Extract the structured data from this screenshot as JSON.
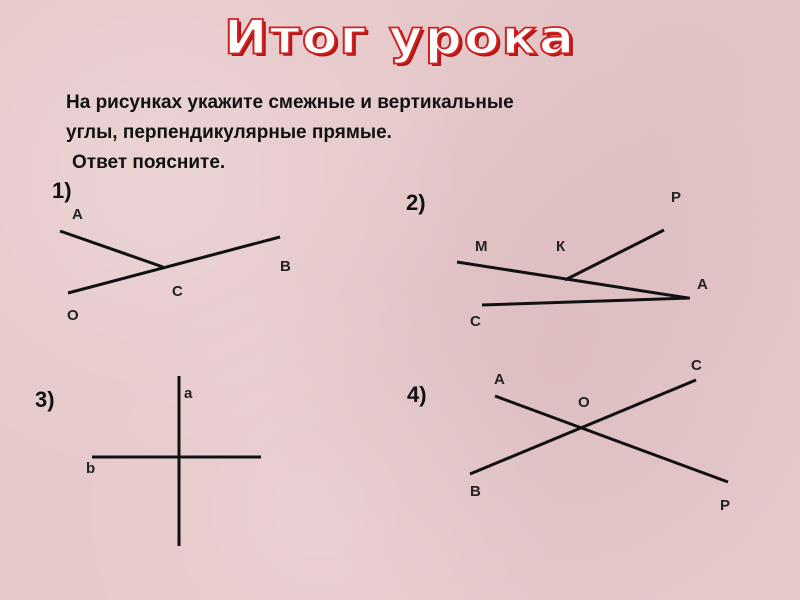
{
  "title": "Итог урока",
  "task": {
    "line1": "На рисунках укажите смежные и  вертикальные",
    "line2": "углы, перпендикулярные прямые.",
    "line3": "Ответ поясните."
  },
  "figures": [
    {
      "number": "1)",
      "labels": {
        "A": "А",
        "O": "О",
        "C": "С",
        "B": "В"
      }
    },
    {
      "number": "2)",
      "labels": {
        "P": "Р",
        "M": "М",
        "K": "К",
        "A": "А",
        "C": "С"
      }
    },
    {
      "number": "3)",
      "labels": {
        "a": "a",
        "b": "b"
      }
    },
    {
      "number": "4)",
      "labels": {
        "A": "А",
        "C": "С",
        "O": "О",
        "B": "В",
        "P": "Р"
      }
    }
  ],
  "colors": {
    "title_fill": "#ffffff",
    "title_stroke": "#d42020",
    "background": "#e6c9cb",
    "ink": "#111111"
  }
}
